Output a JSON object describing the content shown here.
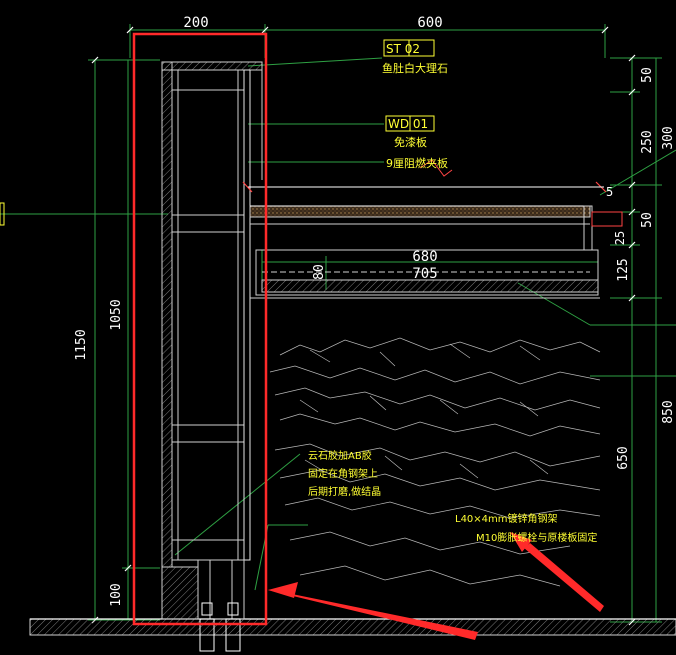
{
  "dims": {
    "top_left": "200",
    "top_right": "600",
    "left_outer": "1150",
    "left_inner": "1050",
    "left_bottom": "100",
    "right_50_top": "50",
    "right_300": "300",
    "right_250": "250",
    "right_5": "5",
    "right_50_mid": "50",
    "right_25": "25",
    "right_125": "125",
    "right_850": "850",
    "right_650": "650",
    "shelf_80": "80",
    "inner_680": "680",
    "inner_705": "705"
  },
  "tags": {
    "st_code": "ST 02",
    "st_desc": "鱼肚白大理石",
    "wd_code": "WD 01",
    "wd_desc": "免漆板",
    "plywood": "9厘阻燃夹板"
  },
  "notes": {
    "glue_1": "云石胶加AB胶",
    "glue_2": "固定在角钢架上",
    "glue_3": "后期打磨,做结晶",
    "steel_1": "L40×4mm镀锌角钢架",
    "steel_2": "M10膨胀螺栓与原楼板固定"
  },
  "colors": {
    "background": "#000000",
    "dimension": "#2ea043",
    "outline": "#cfcfcf",
    "text": "#ffffff",
    "annotation": "#ffff33",
    "highlight": "#ff2a2a"
  }
}
